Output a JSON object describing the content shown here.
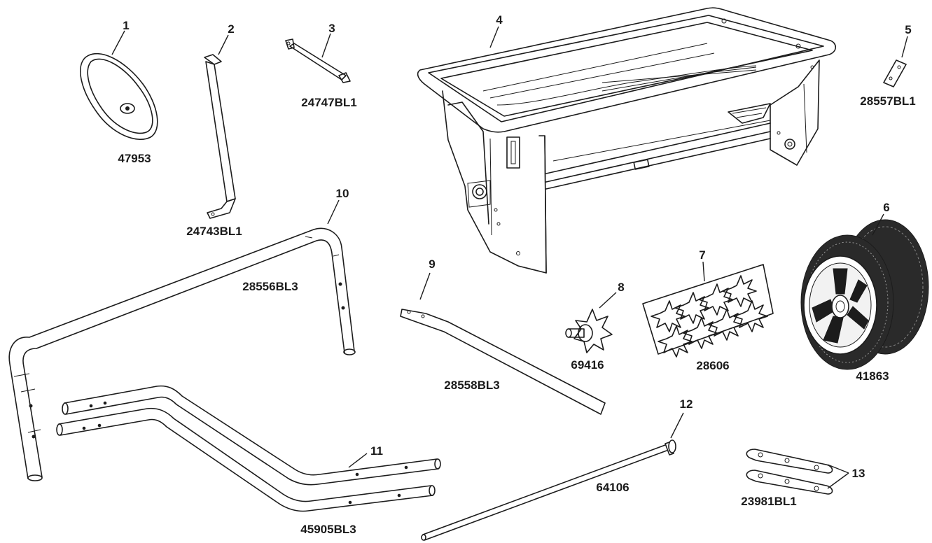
{
  "parts": [
    {
      "callout": "1",
      "part_number": "47953"
    },
    {
      "callout": "2",
      "part_number": "24743BL1"
    },
    {
      "callout": "3",
      "part_number": "24747BL1"
    },
    {
      "callout": "4",
      "part_number": ""
    },
    {
      "callout": "5",
      "part_number": "28557BL1"
    },
    {
      "callout": "6",
      "part_number": "41863"
    },
    {
      "callout": "7",
      "part_number": "28606"
    },
    {
      "callout": "8",
      "part_number": "69416"
    },
    {
      "callout": "9",
      "part_number": "28558BL3"
    },
    {
      "callout": "10",
      "part_number": "28556BL3"
    },
    {
      "callout": "11",
      "part_number": "45905BL3"
    },
    {
      "callout": "12",
      "part_number": "64106"
    },
    {
      "callout": "13",
      "part_number": "23981BL1"
    }
  ]
}
